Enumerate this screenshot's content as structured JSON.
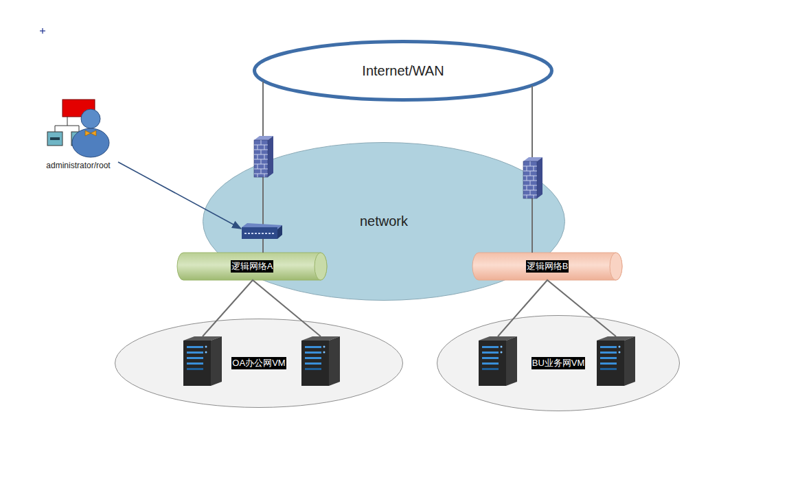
{
  "diagram": {
    "nodes": [
      {
        "text": [
          "Internet/WAN"
        ]
      },
      {
        "text": [
          "administrator/root"
        ]
      },
      {
        "text": [
          "network"
        ]
      },
      {
        "text": [
          "逻辑网络A"
        ],
        "in": 2
      },
      {
        "text": [
          "逻辑网络B"
        ],
        "in": 2
      },
      {
        "text": [
          "OA办公网VM"
        ]
      },
      {
        "text": [
          "BU业务网VM"
        ]
      }
    ],
    "edges": [
      {
        "from": 0,
        "to": 3,
        "arrow": "none"
      },
      {
        "from": 0,
        "to": 4,
        "arrow": "none"
      },
      {
        "from": 3,
        "to": 5,
        "arrow": "none"
      },
      {
        "from": 4,
        "to": 6,
        "arrow": "none"
      },
      {
        "from": 1,
        "to": 2,
        "arrow": "to"
      }
    ]
  }
}
